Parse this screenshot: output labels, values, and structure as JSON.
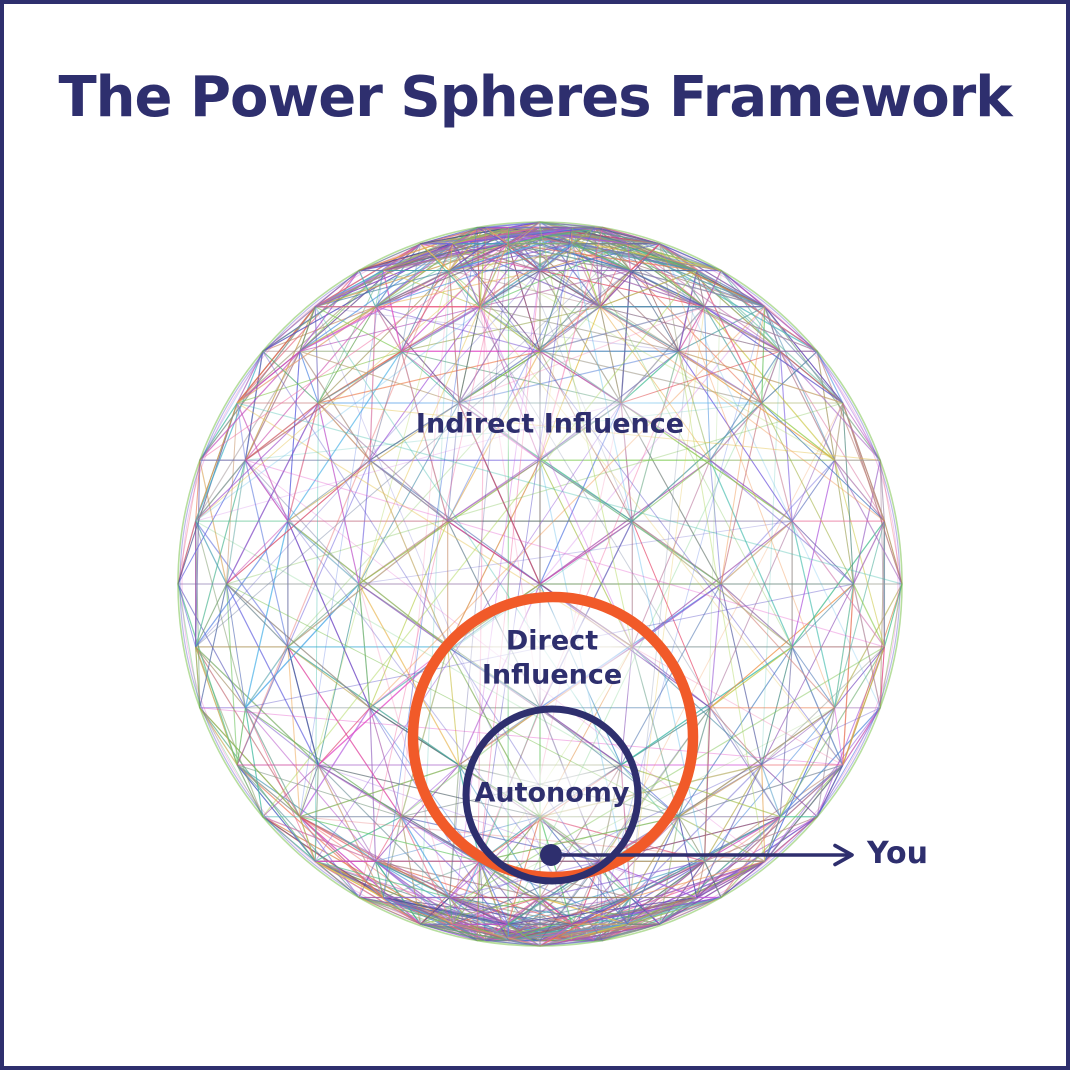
{
  "title": {
    "text": "The Power Spheres Framework"
  },
  "diagram": {
    "indirect_label": "Indirect Influence",
    "direct_label": "Direct Influence",
    "autonomy_label": "Autonomy",
    "you_label": "You"
  },
  "colors": {
    "navy": "#2E2F6E",
    "orange": "#F15A29",
    "background": "#FFFFFF",
    "sphere_palette": [
      "#E14AC6",
      "#F0619B",
      "#E05252",
      "#F09148",
      "#E6C44F",
      "#A8D44E",
      "#55C46A",
      "#3BB9A9",
      "#4FB3E8",
      "#4A6EE0",
      "#5B52C8",
      "#9355D8",
      "#C455E0",
      "#6B7B9B",
      "#42428F",
      "#7CC24F"
    ]
  }
}
